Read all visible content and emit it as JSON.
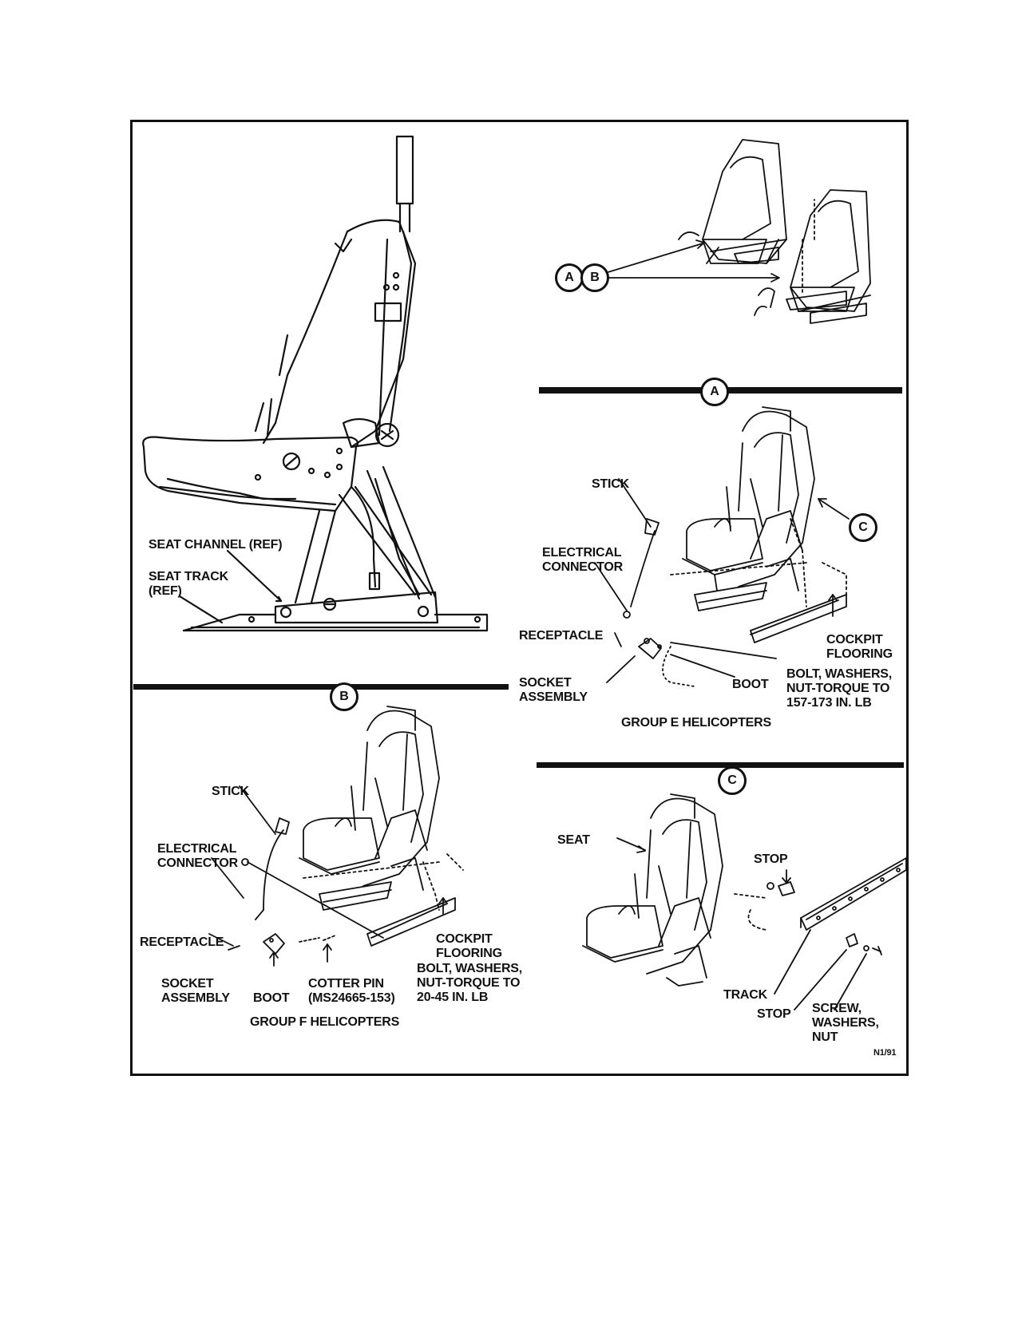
{
  "main_view": {
    "seat_channel": "SEAT CHANNEL (REF)",
    "seat_track": "SEAT TRACK\n(REF)"
  },
  "overview": {
    "callout_a": "A",
    "callout_b": "B"
  },
  "detail_a": {
    "header": "A",
    "stick": "STICK",
    "electrical_connector": "ELECTRICAL\nCONNECTOR",
    "receptacle": "RECEPTACLE",
    "socket_assembly": "SOCKET\nASSEMBLY",
    "boot": "BOOT",
    "bolt": "BOLT, WASHERS,\nNUT-TORQUE TO\n157-173 IN. LB",
    "cockpit_flooring": "COCKPIT\nFLOORING",
    "callout_c": "C",
    "caption": "GROUP E HELICOPTERS"
  },
  "detail_b": {
    "header": "B",
    "stick": "STICK",
    "electrical_connector": "ELECTRICAL\nCONNECTOR",
    "receptacle": "RECEPTACLE",
    "socket_assembly": "SOCKET\nASSEMBLY",
    "boot": "BOOT",
    "cotter_pin": "COTTER PIN\n(MS24665-153)",
    "bolt": "BOLT, WASHERS,\nNUT-TORQUE TO\n20-45 IN. LB",
    "cockpit_flooring": "COCKPIT\nFLOORING",
    "caption": "GROUP F HELICOPTERS"
  },
  "detail_c": {
    "header": "C",
    "seat": "SEAT",
    "stop_top": "STOP",
    "track": "TRACK",
    "stop_bottom": "STOP",
    "screw": "SCREW,\nWASHERS,\nNUT"
  },
  "figure_code": "N1/91"
}
